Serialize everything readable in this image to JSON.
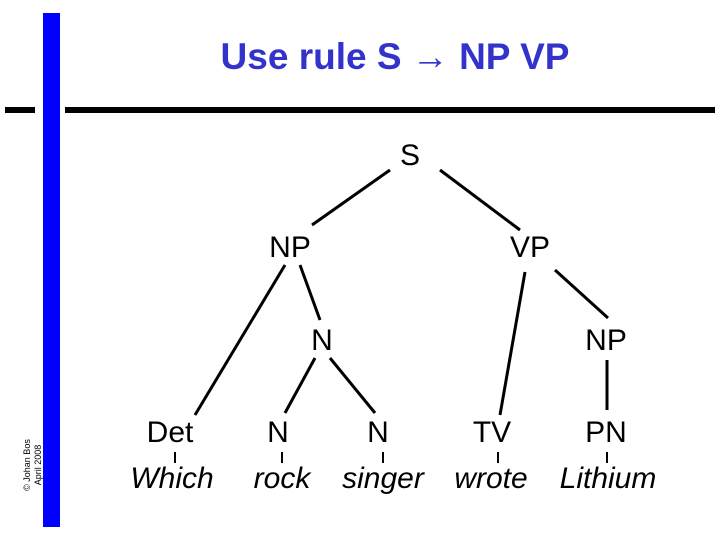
{
  "title": "Use rule S → NP VP",
  "credit": {
    "line1": "© Johan Bos",
    "line2": "April 2008"
  },
  "colors": {
    "title": "#3333cc",
    "sidebar": "#0000ff"
  },
  "tree": {
    "root": "S",
    "np": "NP",
    "vp": "VP",
    "n_phrase": "N",
    "vp_np": "NP",
    "leaves": [
      "Det",
      "N",
      "N",
      "TV",
      "PN"
    ],
    "words": [
      "Which",
      "rock",
      "singer",
      "wrote",
      "Lithium"
    ]
  }
}
